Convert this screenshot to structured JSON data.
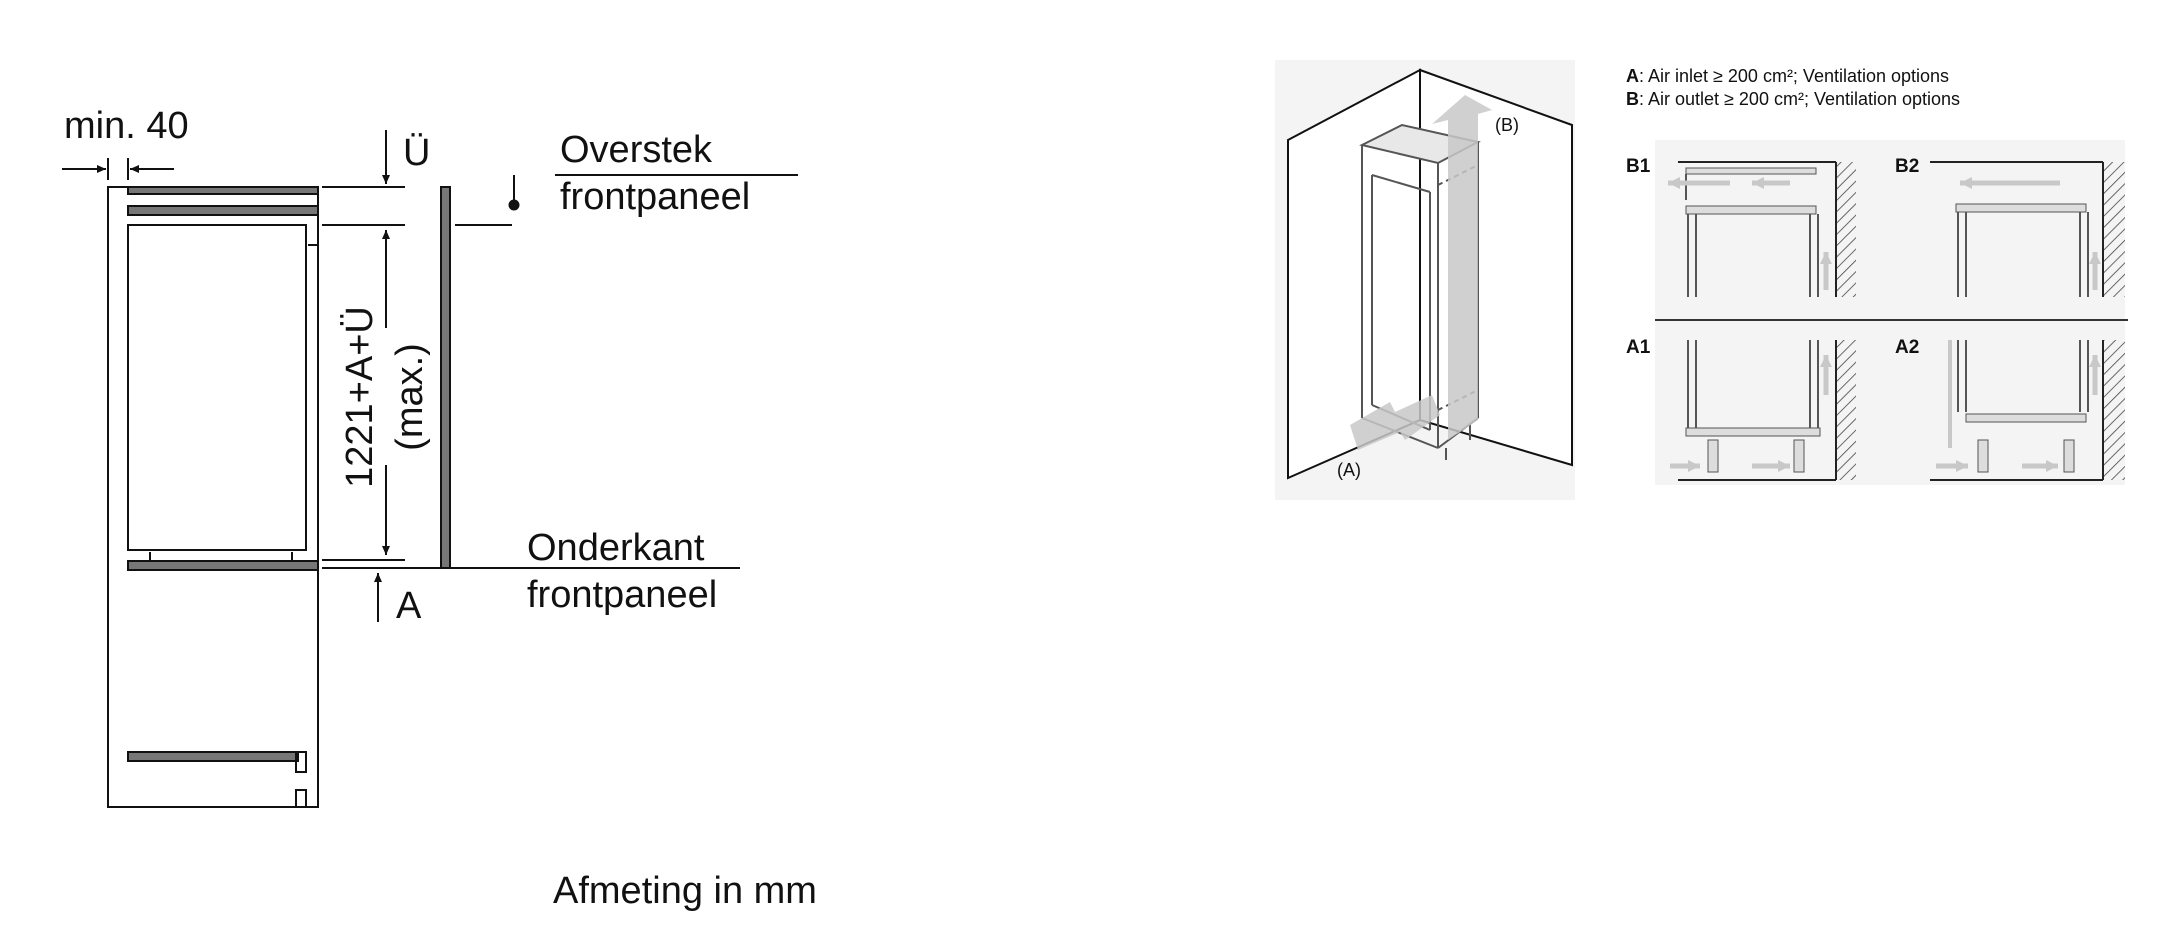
{
  "left_diagram": {
    "min_label": "min. 40",
    "u_label": "Ü",
    "overstek_line1": "Overstek",
    "overstek_line2": "frontpaneel",
    "dim_label": "1221+A+Ü",
    "dim_sub": "(max.)",
    "onderkant_line1": "Onderkant",
    "onderkant_line2": "frontpaneel",
    "a_label": "A",
    "caption": "Afmeting in mm"
  },
  "right_diagram": {
    "legend_a_key": "A",
    "legend_a_text": ": Air inlet ≥ 200 cm²; Ventilation options",
    "legend_b_key": "B",
    "legend_b_text": ": Air outlet ≥ 200 cm²; Ventilation options",
    "cabinet_a_label": "(A)",
    "cabinet_b_label": "(B)",
    "panels": [
      {
        "label": "B1"
      },
      {
        "label": "B2"
      },
      {
        "label": "A1"
      },
      {
        "label": "A2"
      }
    ]
  }
}
